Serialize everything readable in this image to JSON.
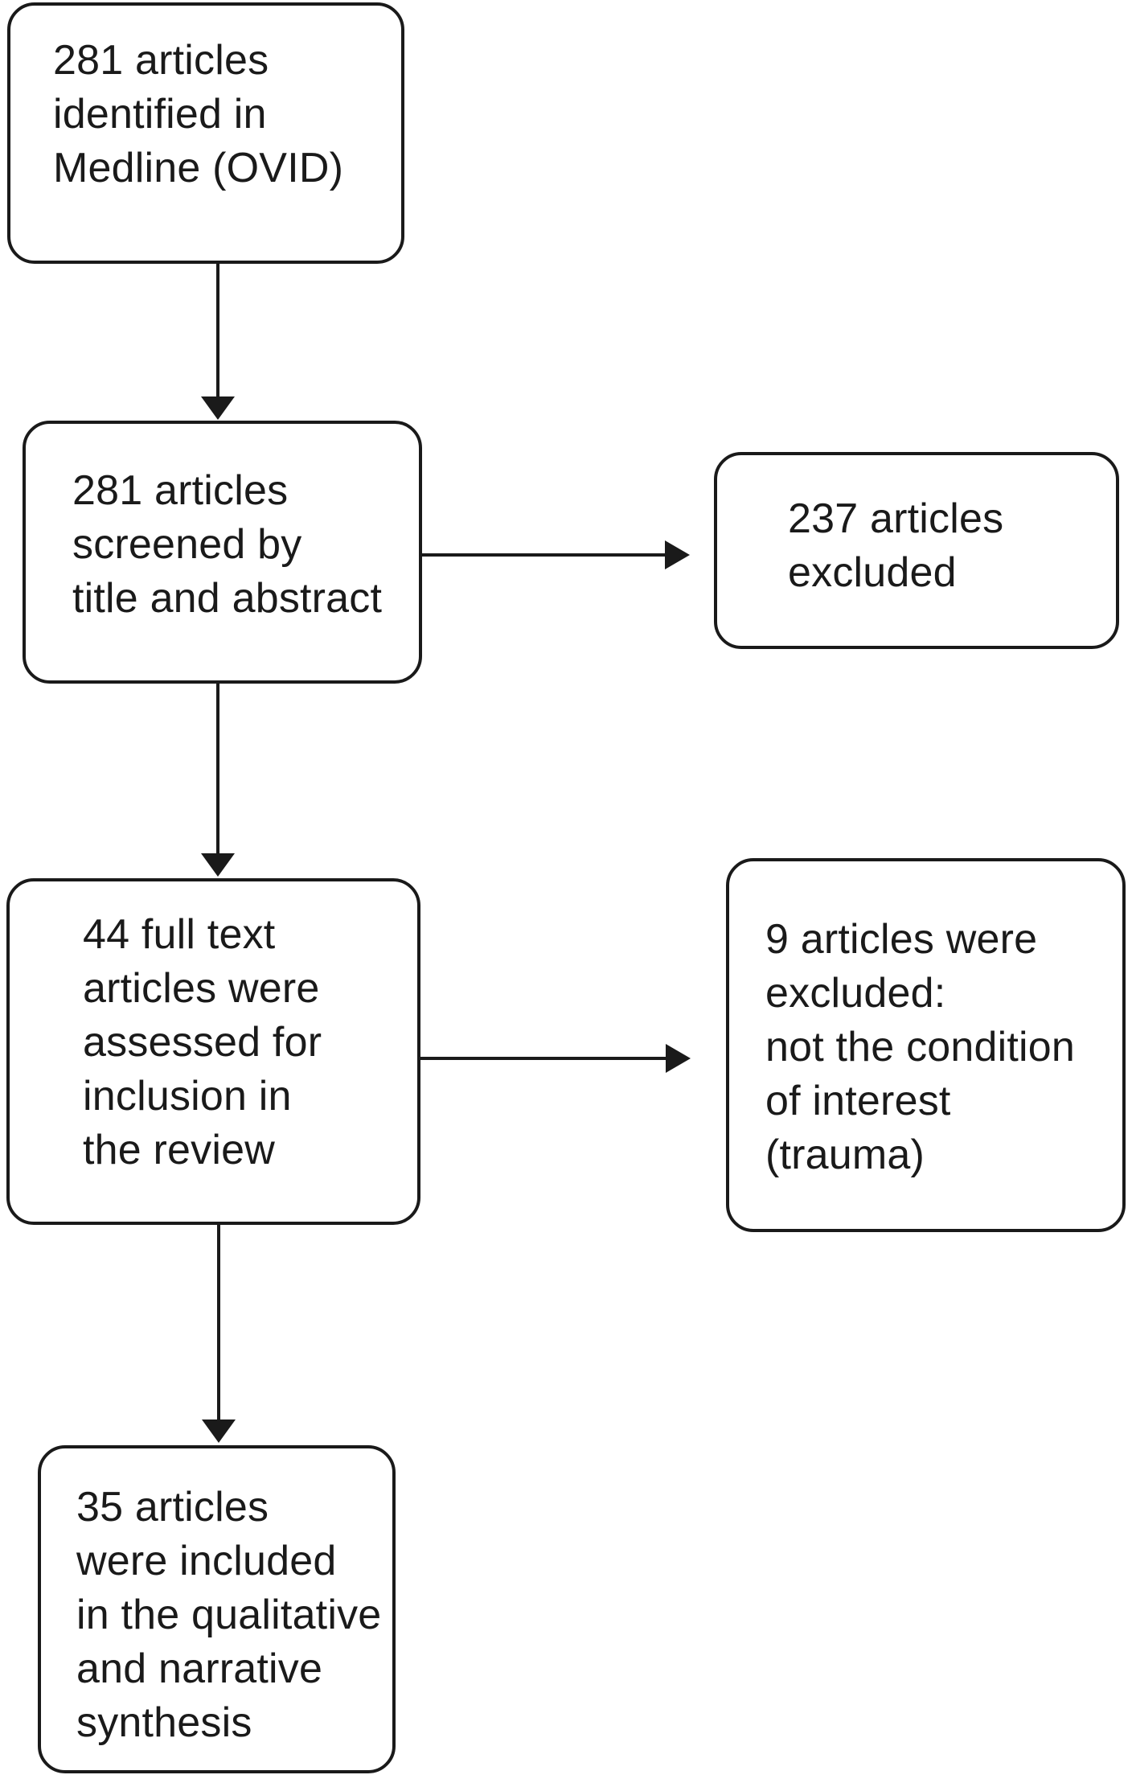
{
  "flowchart": {
    "nodes": {
      "identified": {
        "lines": [
          "281 articles",
          "identified in",
          "Medline (OVID)"
        ]
      },
      "screened": {
        "lines": [
          "281 articles",
          "screened by",
          "title and abstract"
        ]
      },
      "excluded_screening": {
        "lines": [
          "237 articles",
          "excluded"
        ]
      },
      "full_text": {
        "lines": [
          "44 full text",
          "articles were",
          "assessed for",
          "inclusion in",
          "the review"
        ]
      },
      "excluded_full_text": {
        "lines": [
          "9 articles were",
          "excluded:",
          "not the condition",
          "of interest",
          "(trauma)"
        ]
      },
      "included": {
        "lines": [
          "35 articles",
          "were included",
          "in the qualitative",
          "and narrative",
          "synthesis"
        ]
      }
    },
    "edges": [
      {
        "from": "identified",
        "to": "screened"
      },
      {
        "from": "screened",
        "to": "excluded_screening"
      },
      {
        "from": "screened",
        "to": "full_text"
      },
      {
        "from": "full_text",
        "to": "excluded_full_text"
      },
      {
        "from": "full_text",
        "to": "included"
      }
    ],
    "colors": {
      "stroke": "#1a1a1a",
      "text": "#1a1a1a",
      "background": "#ffffff"
    }
  }
}
